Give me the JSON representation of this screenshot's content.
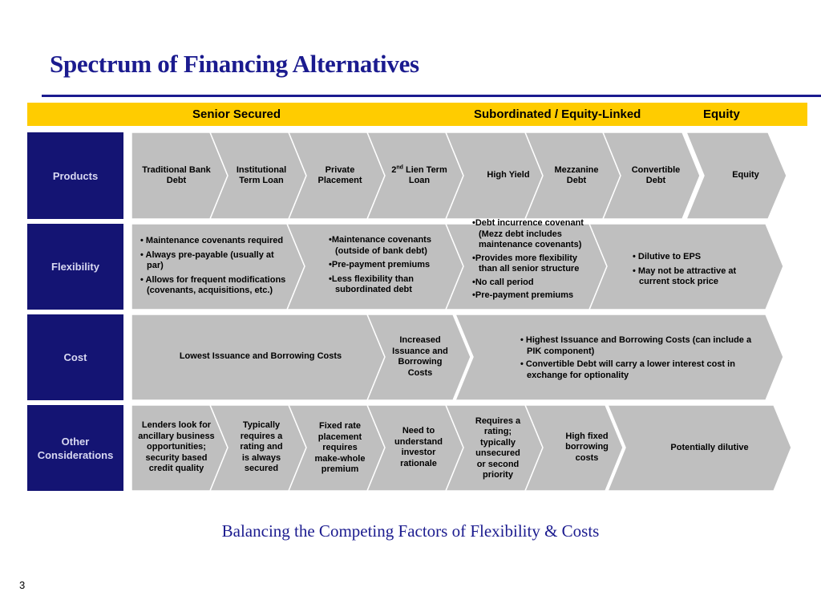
{
  "title": "Spectrum of Financing Alternatives",
  "header": {
    "senior": "Senior Secured",
    "subordinated": "Subordinated / Equity-Linked",
    "equity": "Equity"
  },
  "rows": {
    "products": "Products",
    "flexibility": "Flexibility",
    "cost": "Cost",
    "other_line1": "Other",
    "other_line2": "Considerations"
  },
  "products": {
    "traditional": "Traditional Bank Debt",
    "institutional": "Institutional Term Loan",
    "private": "Private Placement",
    "second_lien_num": "2",
    "second_lien_sup": "nd",
    "second_lien_rest": " Lien Term Loan",
    "high_yield": "High Yield",
    "mezzanine": "Mezzanine Debt",
    "convertible": "Convertible Debt",
    "equity": "Equity"
  },
  "flexibility": {
    "senior": [
      "• Maintenance covenants required",
      "• Always pre-payable (usually at par)",
      "• Allows for frequent modifications (covenants, acquisitions, etc.)"
    ],
    "second_lien": [
      "•Maintenance covenants (outside of bank debt)",
      "•Pre-payment premiums",
      "•Less flexibility than subordinated debt"
    ],
    "subordinated": [
      "•Debt incurrence covenant (Mezz debt includes maintenance covenants)",
      "•Provides more flexibility than all senior structure",
      "•No call period",
      "•Pre-payment premiums"
    ],
    "equity": [
      "• Dilutive to EPS",
      "• May not be attractive at current stock price"
    ]
  },
  "cost": {
    "senior": "Lowest Issuance and Borrowing Costs",
    "second_lien": "Increased Issuance and Borrowing Costs",
    "sub_equity": [
      "• Highest Issuance and Borrowing Costs (can include a PIK component)",
      "• Convertible Debt will carry a lower interest cost in exchange for optionality"
    ]
  },
  "other": {
    "traditional": "Lenders look for ancillary business opportunities; security based credit quality",
    "institutional": "Typically requires a rating and is always secured",
    "private": "Fixed rate placement requires make-whole premium",
    "second_lien": "Need to understand investor rationale",
    "high_yield": "Requires a rating; typically unsecured or second priority",
    "mezzanine": "High fixed borrowing costs",
    "equity": "Potentially dilutive"
  },
  "footer": "Balancing the Competing Factors of Flexibility & Costs",
  "page_number": "3",
  "colors": {
    "navy": "#141473",
    "title_blue": "#1b1b8f",
    "header_yellow": "#ffcc00",
    "chevron_grey": "#bfbfbf",
    "chevron_border": "#ffffff"
  }
}
